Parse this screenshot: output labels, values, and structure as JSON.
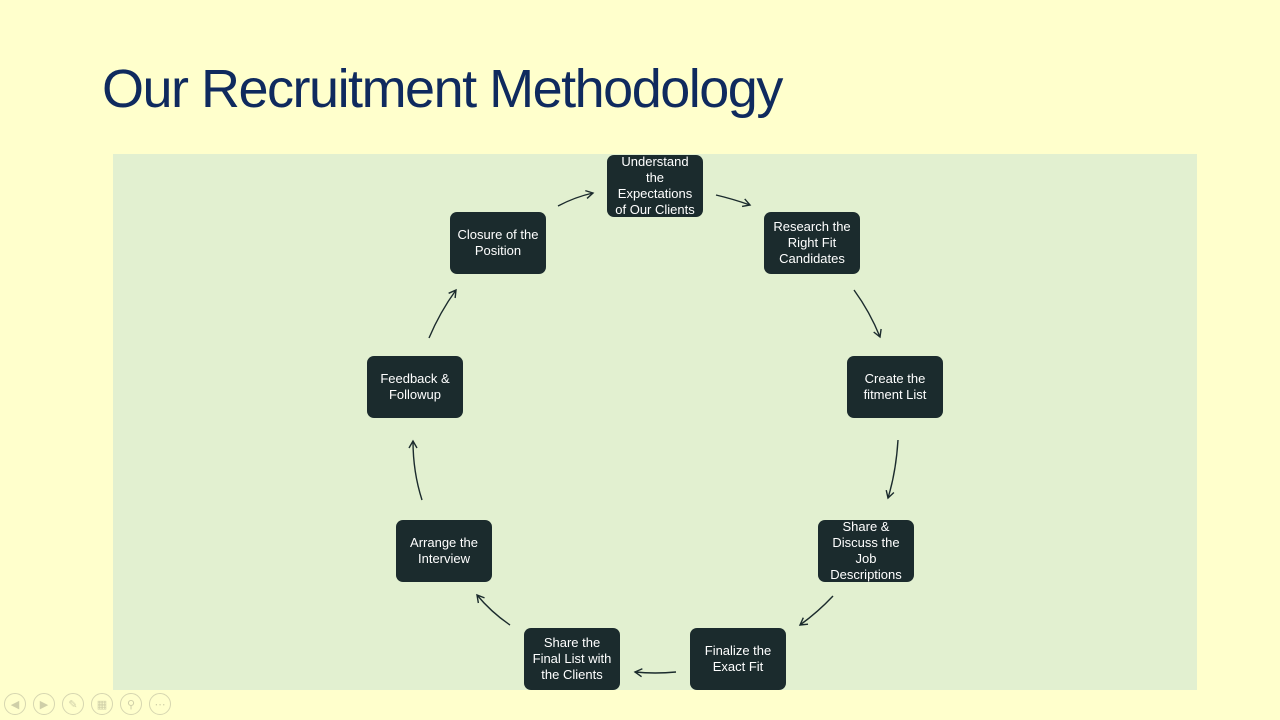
{
  "slide": {
    "title": "Our Recruitment Methodology"
  },
  "cycle": {
    "steps": [
      "Understand the Expectations of Our Clients",
      "Research the Right Fit Candidates",
      "Create the fitment List",
      "Share & Discuss the Job Descriptions",
      "Finalize the Exact Fit",
      "Share the Final List with the Clients",
      "Arrange the Interview",
      "Feedback & Followup",
      "Closure of the Position"
    ]
  },
  "toolbar": {
    "icons": [
      "previous-icon",
      "next-icon",
      "pen-icon",
      "slides-icon",
      "zoom-icon",
      "more-icon"
    ]
  },
  "colors": {
    "background": "#ffffcc",
    "panel": "#e2f0d0",
    "node": "#1b2b2d",
    "title": "#0f2a5e"
  }
}
